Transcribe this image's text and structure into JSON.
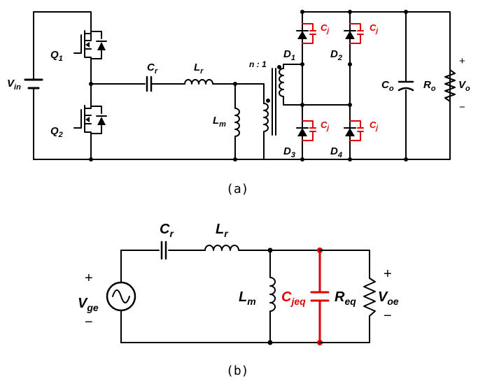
{
  "figure_a": {
    "caption": "(a)",
    "vin": {
      "main": "V",
      "sub": "in"
    },
    "q1": {
      "main": "Q",
      "sub": "1"
    },
    "q2": {
      "main": "Q",
      "sub": "2"
    },
    "cr": {
      "main": "C",
      "sub": "r"
    },
    "lr": {
      "main": "L",
      "sub": "r"
    },
    "lm": {
      "main": "L",
      "sub": "m"
    },
    "turns_ratio": "n : 1",
    "d1": {
      "main": "D",
      "sub": "1"
    },
    "d2": {
      "main": "D",
      "sub": "2"
    },
    "d3": {
      "main": "D",
      "sub": "3"
    },
    "d4": {
      "main": "D",
      "sub": "4"
    },
    "cj": {
      "main": "C",
      "sub": "j"
    },
    "co": {
      "main": "C",
      "sub": "o"
    },
    "ro": {
      "main": "R",
      "sub": "o"
    },
    "vo": {
      "main": "V",
      "sub": "o"
    },
    "plus": "+",
    "minus": "−"
  },
  "figure_b": {
    "caption": "(b)",
    "vge": {
      "main": "V",
      "sub": "ge"
    },
    "cr": {
      "main": "C",
      "sub": "r"
    },
    "lr": {
      "main": "L",
      "sub": "r"
    },
    "lm": {
      "main": "L",
      "sub": "m"
    },
    "cjeq": {
      "main": "C",
      "sub": "jeq"
    },
    "req": {
      "main": "R",
      "sub": "eq"
    },
    "voe": {
      "main": "V",
      "sub": "oe"
    },
    "plus": "+",
    "minus": "−"
  },
  "colors": {
    "wire": "#000000",
    "highlight": "#e00000"
  }
}
